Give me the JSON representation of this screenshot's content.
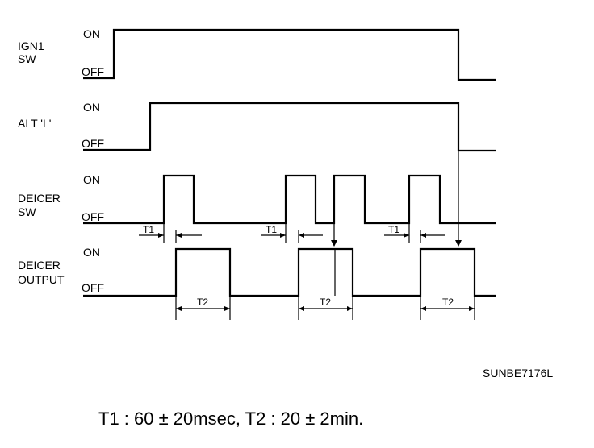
{
  "signals": {
    "ign1": {
      "line1": "IGN1",
      "line2": "SW",
      "on": "ON",
      "off": "OFF"
    },
    "alt": {
      "line1": "ALT 'L'",
      "on": "ON",
      "off": "OFF"
    },
    "deicer_sw": {
      "line1": "DEICER",
      "line2": "SW",
      "on": "ON",
      "off": "OFF"
    },
    "deicer_output": {
      "line1": "DEICER",
      "line2": "OUTPUT",
      "on": "ON",
      "off": "OFF"
    }
  },
  "timing_marks": {
    "t1": [
      "T1",
      "T1",
      "T1"
    ],
    "t2": [
      "T2",
      "T2",
      "T2"
    ]
  },
  "figure_code": "SUNBE7176L",
  "note": "T1 : 60 ± 20msec, T2 : 20 ± 2min."
}
